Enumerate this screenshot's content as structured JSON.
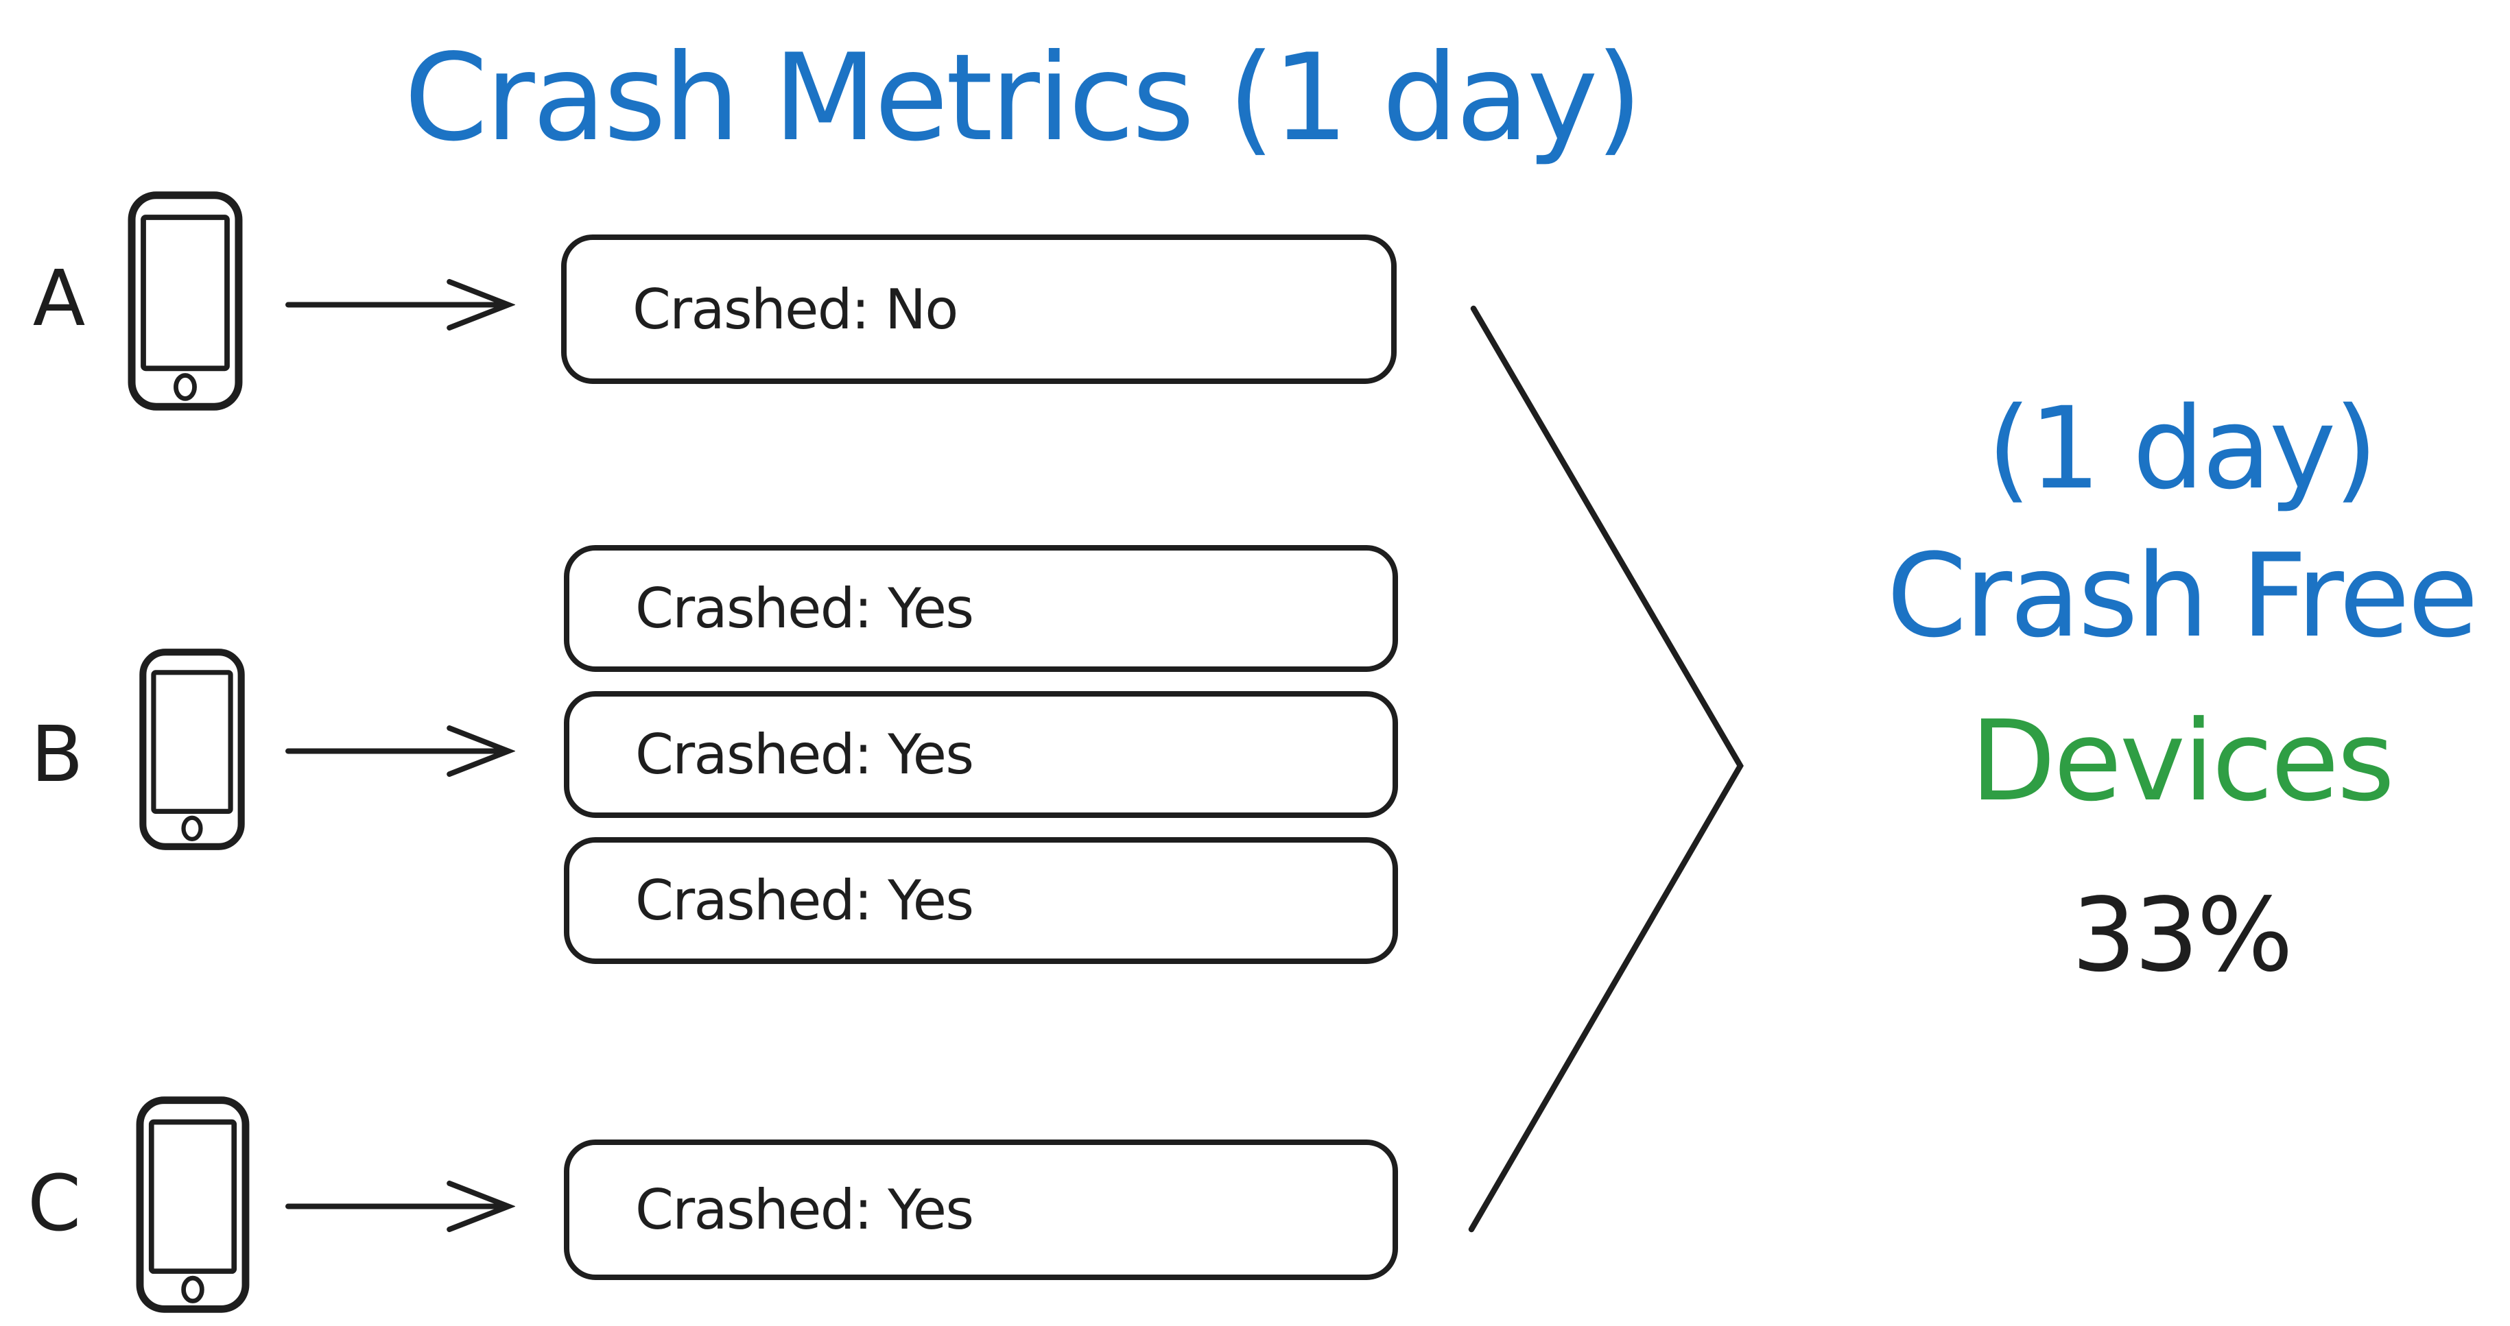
{
  "title": "Crash Metrics (1 day)",
  "devices": [
    {
      "label": "A",
      "events": [
        "Crashed: No"
      ]
    },
    {
      "label": "B",
      "events": [
        "Crashed: Yes",
        "Crashed: Yes",
        "Crashed: Yes"
      ]
    },
    {
      "label": "C",
      "events": [
        "Crashed: Yes"
      ]
    }
  ],
  "result": {
    "duration": "(1 day)",
    "crash_free": "Crash Free",
    "devices": "Devices",
    "value": "33%"
  },
  "colors": {
    "blue": "#1c73c4",
    "green": "#2f9e44",
    "ink": "#1e1e1e",
    "background": "#ffffff"
  },
  "icons": {
    "device": "smartphone-icon",
    "flow": "arrow-right-icon",
    "aggregate": "merge-chevron-icon"
  }
}
